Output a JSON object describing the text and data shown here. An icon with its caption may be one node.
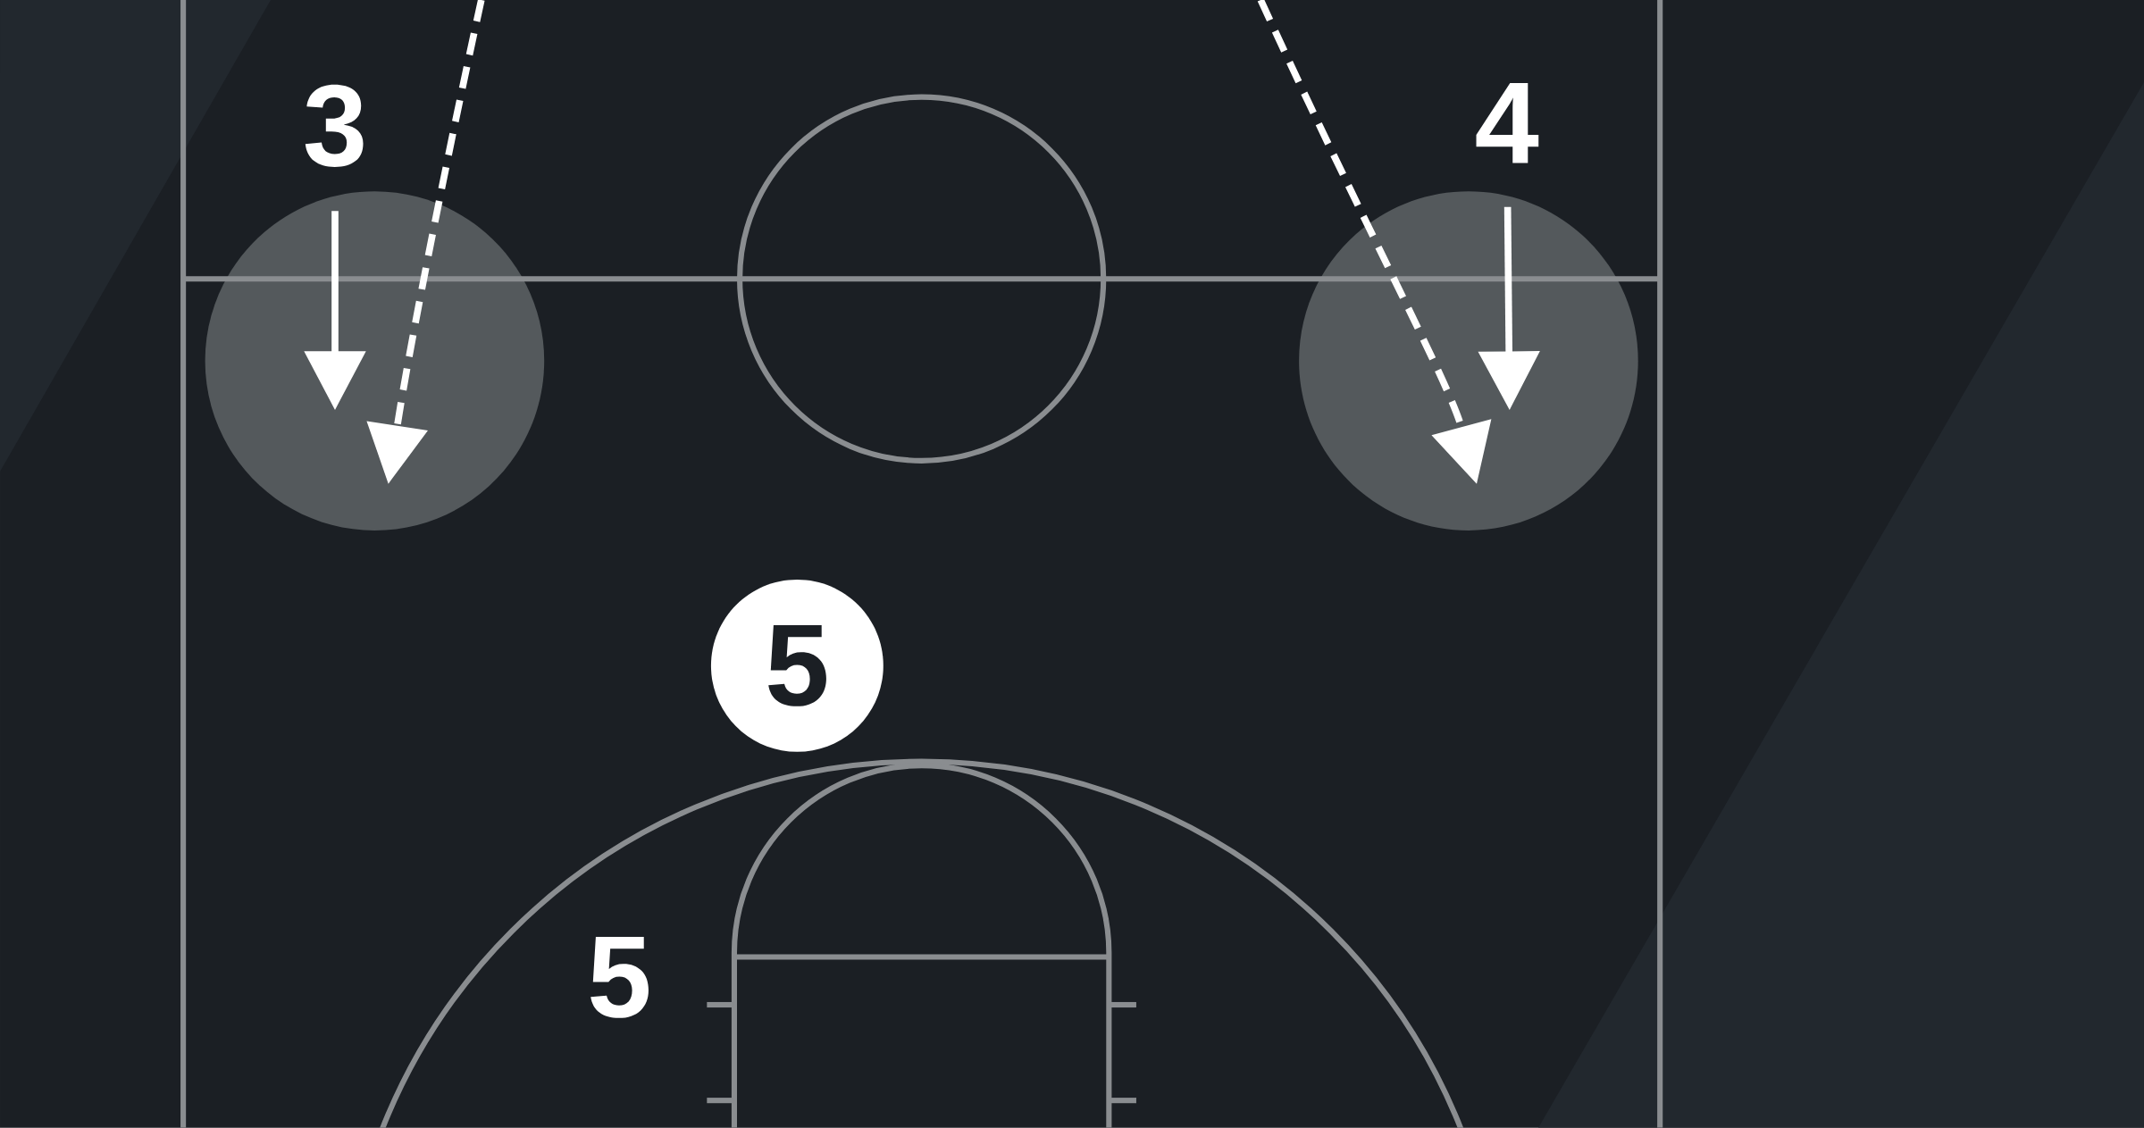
{
  "diagram": {
    "nodes": [
      {
        "text": [
          "3"
        ]
      },
      {
        "text": [],
        "shape": "circle"
      },
      {
        "text": [
          "4"
        ]
      },
      {
        "text": [],
        "shape": "circle"
      },
      {
        "text": [
          "5"
        ]
      }
    ],
    "edges": [
      {
        "from": 0,
        "to": 1,
        "arrow": "to"
      },
      {
        "from": null,
        "to": 1,
        "arrow": "to",
        "style": "dashed"
      },
      {
        "from": 2,
        "to": 3,
        "arrow": "to"
      },
      {
        "from": null,
        "to": 3,
        "arrow": "to",
        "style": "dashed"
      }
    ],
    "labels": [
      "5"
    ]
  }
}
